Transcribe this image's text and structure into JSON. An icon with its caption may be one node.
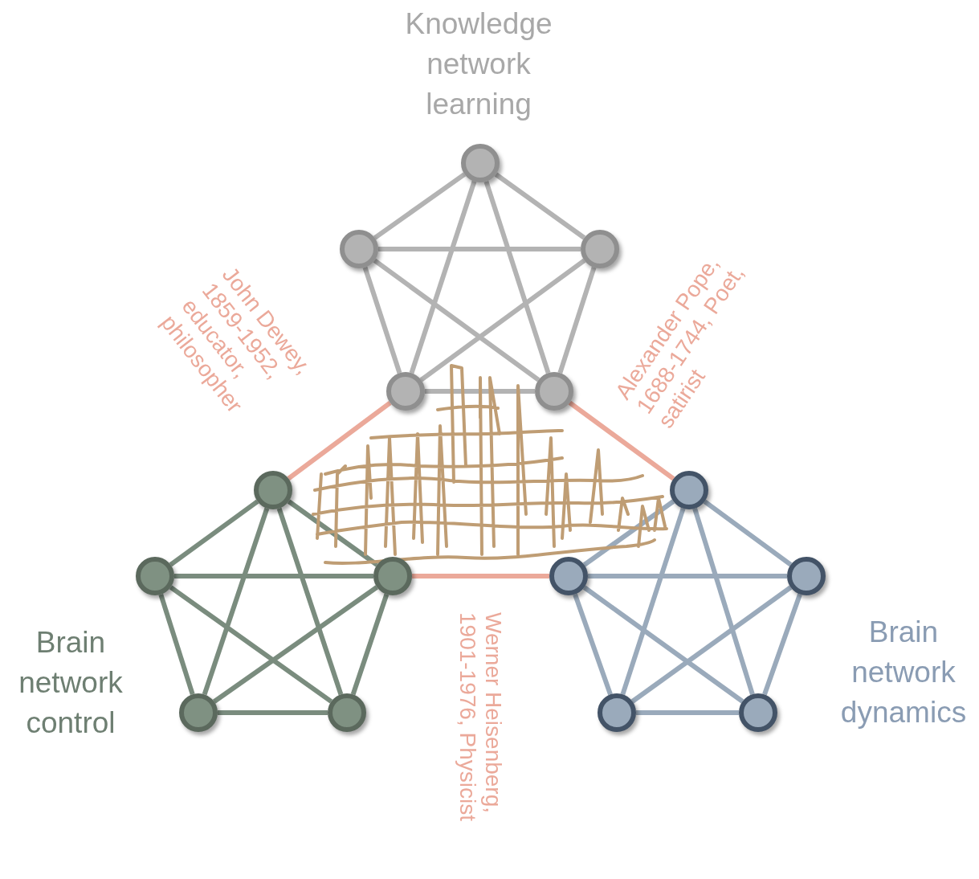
{
  "diagram": {
    "nodes": [
      {
        "text": [],
        "shape": "circle"
      },
      {
        "text": [],
        "shape": "circle"
      },
      {
        "text": [],
        "shape": "circle"
      },
      {
        "text": [],
        "shape": "circle"
      },
      {
        "text": [],
        "shape": "circle"
      },
      {
        "text": [],
        "shape": "circle"
      },
      {
        "text": [],
        "shape": "circle"
      },
      {
        "text": [],
        "shape": "circle"
      },
      {
        "text": [],
        "shape": "circle"
      },
      {
        "text": [],
        "shape": "circle"
      },
      {
        "text": [],
        "shape": "circle"
      },
      {
        "text": [],
        "shape": "circle"
      },
      {
        "text": [],
        "shape": "circle"
      },
      {
        "text": [],
        "shape": "circle"
      },
      {
        "text": [],
        "shape": "circle"
      }
    ],
    "edges": [
      {
        "from": 0,
        "to": 1,
        "arrow": "none",
        "color": "#b3b3b3"
      },
      {
        "from": 0,
        "to": 2,
        "arrow": "none",
        "color": "#b3b3b3"
      },
      {
        "from": 0,
        "to": 3,
        "arrow": "none",
        "color": "#b3b3b3"
      },
      {
        "from": 0,
        "to": 4,
        "arrow": "none",
        "color": "#b3b3b3"
      },
      {
        "from": 1,
        "to": 2,
        "arrow": "none",
        "color": "#b3b3b3"
      },
      {
        "from": 1,
        "to": 3,
        "arrow": "none",
        "color": "#b3b3b3"
      },
      {
        "from": 1,
        "to": 4,
        "arrow": "none",
        "color": "#b3b3b3"
      },
      {
        "from": 2,
        "to": 3,
        "arrow": "none",
        "color": "#b3b3b3"
      },
      {
        "from": 2,
        "to": 4,
        "arrow": "none",
        "color": "#b3b3b3"
      },
      {
        "from": 3,
        "to": 4,
        "arrow": "none",
        "color": "#b3b3b3"
      },
      {
        "from": 5,
        "to": 6,
        "arrow": "none",
        "color": "#7a8c7e"
      },
      {
        "from": 5,
        "to": 7,
        "arrow": "none",
        "color": "#7a8c7e"
      },
      {
        "from": 5,
        "to": 8,
        "arrow": "none",
        "color": "#7a8c7e"
      },
      {
        "from": 5,
        "to": 9,
        "arrow": "none",
        "color": "#7a8c7e"
      },
      {
        "from": 6,
        "to": 7,
        "arrow": "none",
        "color": "#7a8c7e"
      },
      {
        "from": 6,
        "to": 8,
        "arrow": "none",
        "color": "#7a8c7e"
      },
      {
        "from": 6,
        "to": 9,
        "arrow": "none",
        "color": "#7a8c7e"
      },
      {
        "from": 7,
        "to": 8,
        "arrow": "none",
        "color": "#7a8c7e"
      },
      {
        "from": 7,
        "to": 9,
        "arrow": "none",
        "color": "#7a8c7e"
      },
      {
        "from": 8,
        "to": 9,
        "arrow": "none",
        "color": "#7a8c7e"
      },
      {
        "from": 10,
        "to": 11,
        "arrow": "none",
        "color": "#9aaabb"
      },
      {
        "from": 10,
        "to": 12,
        "arrow": "none",
        "color": "#9aaabb"
      },
      {
        "from": 10,
        "to": 13,
        "arrow": "none",
        "color": "#9aaabb"
      },
      {
        "from": 10,
        "to": 14,
        "arrow": "none",
        "color": "#9aaabb"
      },
      {
        "from": 11,
        "to": 12,
        "arrow": "none",
        "color": "#9aaabb"
      },
      {
        "from": 11,
        "to": 13,
        "arrow": "none",
        "color": "#9aaabb"
      },
      {
        "from": 11,
        "to": 14,
        "arrow": "none",
        "color": "#9aaabb"
      },
      {
        "from": 12,
        "to": 13,
        "arrow": "none",
        "color": "#9aaabb"
      },
      {
        "from": 12,
        "to": 14,
        "arrow": "none",
        "color": "#9aaabb"
      },
      {
        "from": 13,
        "to": 14,
        "arrow": "none",
        "color": "#9aaabb"
      },
      {
        "from": 3,
        "to": 5,
        "arrow": "none",
        "color": "#eba99a",
        "label": "John Dewey, 1859-1952, educator, philosopher"
      },
      {
        "from": 4,
        "to": 10,
        "arrow": "none",
        "color": "#eba99a",
        "label": "Alexander Pope, 1688-1744, Poet, satirist"
      },
      {
        "from": 7,
        "to": 11,
        "arrow": "none",
        "color": "#eba99a",
        "label": "Werner Heisenberg, 1901-1976, Physicist"
      }
    ],
    "labels": [
      "Knowledge network learning",
      "Brain network control",
      "Brain network dynamics"
    ]
  }
}
